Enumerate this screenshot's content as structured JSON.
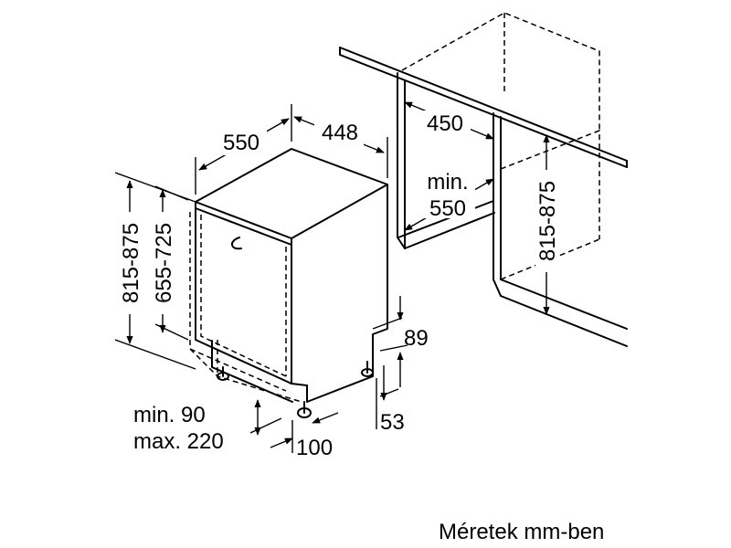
{
  "dimensions": {
    "depth": "550",
    "width": "448",
    "niche_width": "450",
    "niche_depth_prefix": "min.",
    "niche_depth_value": "550",
    "height_range": "815-875",
    "door_height_range": "655-725",
    "niche_height_range": "815-875",
    "plinth_height": "89",
    "foot_offset": "53",
    "plinth_min": "min. 90",
    "plinth_max": "max. 220",
    "plinth_depth": "100"
  },
  "caption": "Méretek mm-ben"
}
